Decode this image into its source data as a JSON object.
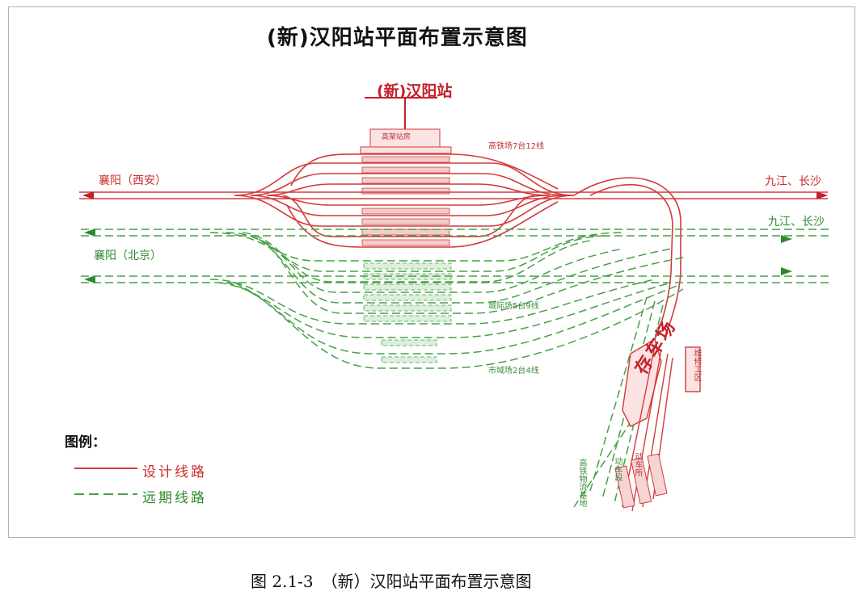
{
  "title": "(新)汉阳站平面布置示意图",
  "station": "(新)汉阳站",
  "station_building": "高架站房",
  "yards": {
    "high_speed": "高铁场7台12线",
    "intercity": "城际场5台9线",
    "city_area": "市域场2台4线"
  },
  "directions": {
    "west_upper": "襄阳（西安）",
    "west_lower": "襄阳（北京）",
    "east_upper": "九江、长沙",
    "east_lower": "九江、长沙"
  },
  "storage_yard": "存车场",
  "maintenance": "维修工区",
  "rotated_labels": {
    "a": "高铁物流基地",
    "b": "动车段",
    "c": "动车所"
  },
  "legend": {
    "title": "图例：",
    "items": [
      {
        "label": "设计线路",
        "color": "#d23a3a",
        "style": "solid"
      },
      {
        "label": "远期线路",
        "color": "#46a046",
        "style": "dashed"
      }
    ]
  },
  "caption": "图 2.1-3　（新）汉阳站平面布置示意图",
  "colors": {
    "design": "#d23a3a",
    "future": "#46a046",
    "platform_red": "#f4cccc",
    "platform_green": "#dcefdc"
  }
}
